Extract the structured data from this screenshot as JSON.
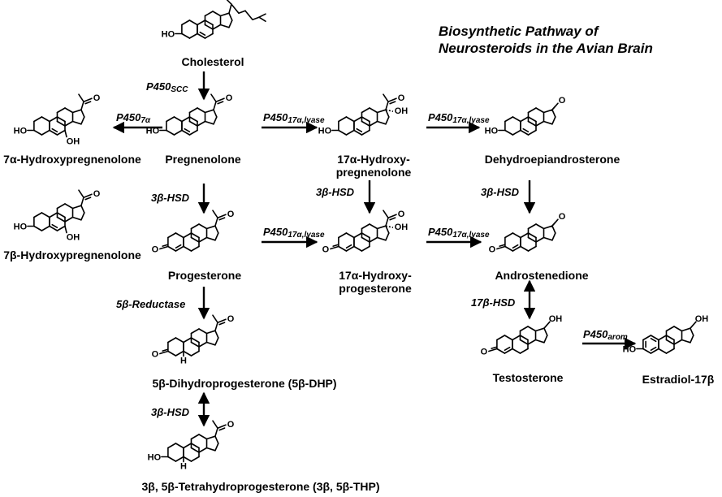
{
  "title": {
    "line1": "Biosynthetic Pathway of",
    "line2": "Neurosteroids in the Avian Brain"
  },
  "compounds": {
    "cholesterol": "Cholesterol",
    "pregnenolone": "Pregnenolone",
    "hydroxypregnenolone_7a": "7α-Hydroxypregnenolone",
    "hydroxypregnenolone_7b": "7β-Hydroxypregnenolone",
    "hydroxypregnenolone_17a_l1": "17α-Hydroxy-",
    "hydroxypregnenolone_17a_l2": "pregnenolone",
    "dhea": "Dehydroepiandrosterone",
    "progesterone": "Progesterone",
    "hydroxyprogesterone_17a_l1": "17α-Hydroxy-",
    "hydroxyprogesterone_17a_l2": "progesterone",
    "androstenedione": "Androstenedione",
    "dhp": "5β-Dihydroprogesterone (5β-DHP)",
    "testosterone": "Testosterone",
    "estradiol": "Estradiol-17β",
    "thp": "3β, 5β-Tetrahydroprogesterone (3β, 5β-THP)"
  },
  "enzymes": {
    "p450scc_main": "P450",
    "p450scc_sub": "SCC",
    "p450_7a_main": "P450",
    "p450_7a_sub": "7α",
    "p450_17_main": "P450",
    "p450_17_sub": "17α,lyase",
    "hsd3b": "3β-HSD",
    "reductase5b": "5β-Reductase",
    "hsd17b": "17β-HSD",
    "arom_main": "P450",
    "arom_sub": "arom"
  },
  "atoms": {
    "ho": "HO",
    "oh": "OH",
    "o": "O",
    "h": "H"
  },
  "colors": {
    "ink": "#000000",
    "background": "#ffffff"
  }
}
